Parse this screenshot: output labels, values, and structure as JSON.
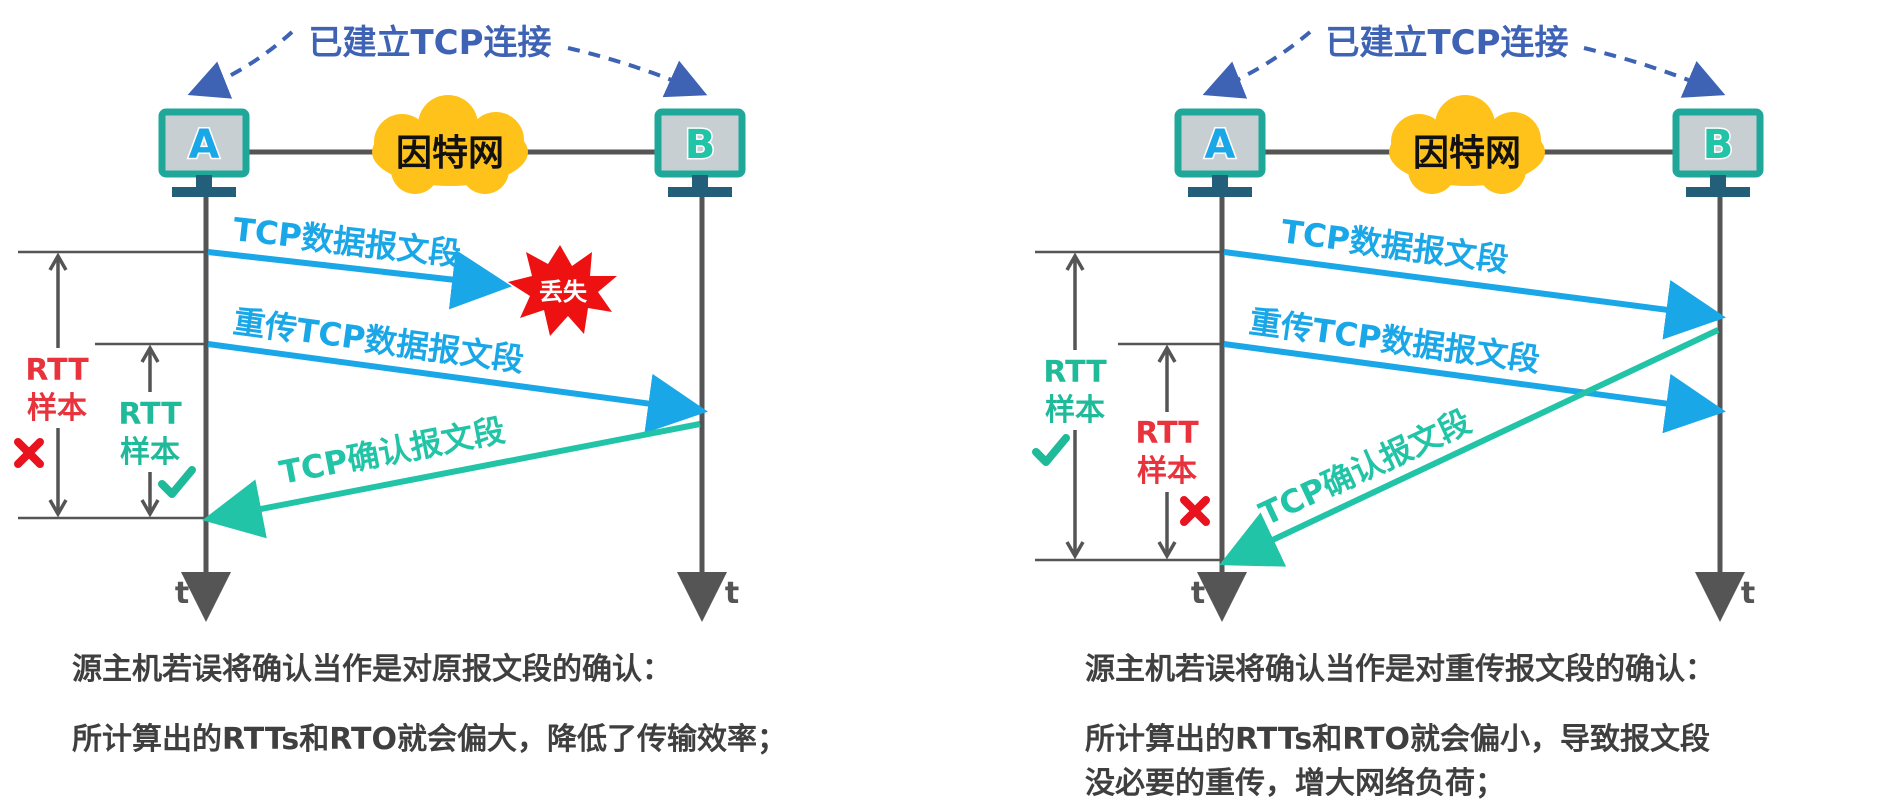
{
  "colors": {
    "data_arrow": "#1aa7e8",
    "ack_arrow": "#21c4a6",
    "dashed": "#3f63b4",
    "timeline": "#555555",
    "rtt_bad": "#e8333d",
    "rtt_good": "#1fba99",
    "cloud": "#ffc21a",
    "lost_burst": "#ee1111",
    "monitor_frame": "#1fa89a",
    "monitor_screen": "#c8cfd2",
    "caption": "#3f3f3f"
  },
  "left": {
    "connection_label": "已建立TCP连接",
    "host_a": "A",
    "host_b": "B",
    "network_label": "因特网",
    "data_segment": "TCP数据报文段",
    "lost_label": "丢失",
    "retransmit_segment": "重传TCP数据报文段",
    "ack_segment": "TCP确认报文段",
    "rtt_outer": [
      "RTT",
      "样本"
    ],
    "rtt_inner": [
      "RTT",
      "样本"
    ],
    "time_a": "t",
    "time_b": "t",
    "outer_mark": "cross-icon",
    "inner_mark": "check-icon",
    "caption_1": "源主机若误将确认当作是对原报文段的确认：",
    "caption_2": "所计算出的RTTs和RTO就会偏大，降低了传输效率；"
  },
  "right": {
    "connection_label": "已建立TCP连接",
    "host_a": "A",
    "host_b": "B",
    "network_label": "因特网",
    "data_segment": "TCP数据报文段",
    "retransmit_segment": "重传TCP数据报文段",
    "ack_segment": "TCP确认报文段",
    "rtt_outer": [
      "RTT",
      "样本"
    ],
    "rtt_inner": [
      "RTT",
      "样本"
    ],
    "time_a": "t",
    "time_b": "t",
    "outer_mark": "check-icon",
    "inner_mark": "cross-icon",
    "caption_1": "源主机若误将确认当作是对重传报文段的确认：",
    "caption_2": "所计算出的RTTs和RTO就会偏小，导致报文段",
    "caption_3": "没必要的重传，增大网络负荷；"
  }
}
